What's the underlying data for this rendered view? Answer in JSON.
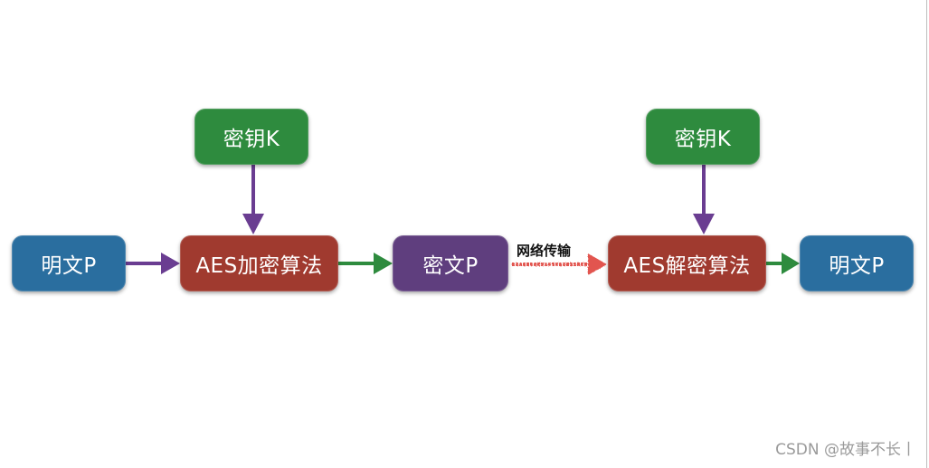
{
  "nodes": {
    "key_enc": "密钥K",
    "key_dec": "密钥K",
    "plaintext_in": "明文P",
    "aes_encrypt": "AES加密算法",
    "ciphertext": "密文P",
    "aes_decrypt": "AES解密算法",
    "plaintext_out": "明文P"
  },
  "edge_labels": {
    "network": "网络传输"
  },
  "watermark": "CSDN @故事不长丨",
  "colors": {
    "key": "#2e8b3e",
    "algorithm": "#a03a2f",
    "plaintext": "#2a6e9f",
    "ciphertext": "#5f3e7e",
    "arrow_purple": "#6a3d91",
    "arrow_green": "#2e8b3e",
    "arrow_red": "#e25550"
  }
}
